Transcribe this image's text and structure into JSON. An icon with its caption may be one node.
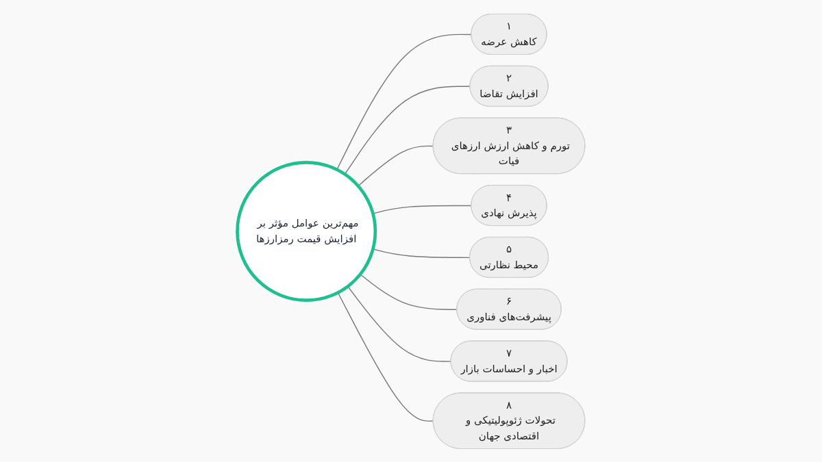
{
  "diagram": {
    "nodes": [
      {
        "text": [
          "مهم‌ترین عوامل مؤثر بر افزایش قیمت رمزارزها"
        ]
      },
      {
        "text": [
          "۱",
          "کاهش عرضه"
        ]
      },
      {
        "text": [
          "۲",
          "افزایش تقاضا"
        ]
      },
      {
        "text": [
          "۳",
          "تورم و کاهش ارزش ارزهای فیات"
        ]
      },
      {
        "text": [
          "۴",
          "پذیرش نهادی"
        ]
      },
      {
        "text": [
          "۵",
          "محیط نظارتی"
        ]
      },
      {
        "text": [
          "۶",
          "پیشرفت‌های فناوری"
        ]
      },
      {
        "text": [
          "۷",
          "اخبار و احساسات بازار"
        ]
      },
      {
        "text": [
          "۸",
          "تحولات ژئوپولیتیکی و اقتصادی جهان"
        ]
      }
    ],
    "edges": [
      {
        "from": 0,
        "to": 1,
        "arrow": "none"
      },
      {
        "from": 0,
        "to": 2,
        "arrow": "none"
      },
      {
        "from": 0,
        "to": 3,
        "arrow": "none"
      },
      {
        "from": 0,
        "to": 4,
        "arrow": "none"
      },
      {
        "from": 0,
        "to": 5,
        "arrow": "none"
      },
      {
        "from": 0,
        "to": 6,
        "arrow": "none"
      },
      {
        "from": 0,
        "to": 7,
        "arrow": "none"
      },
      {
        "from": 0,
        "to": 8,
        "arrow": "none"
      }
    ]
  }
}
